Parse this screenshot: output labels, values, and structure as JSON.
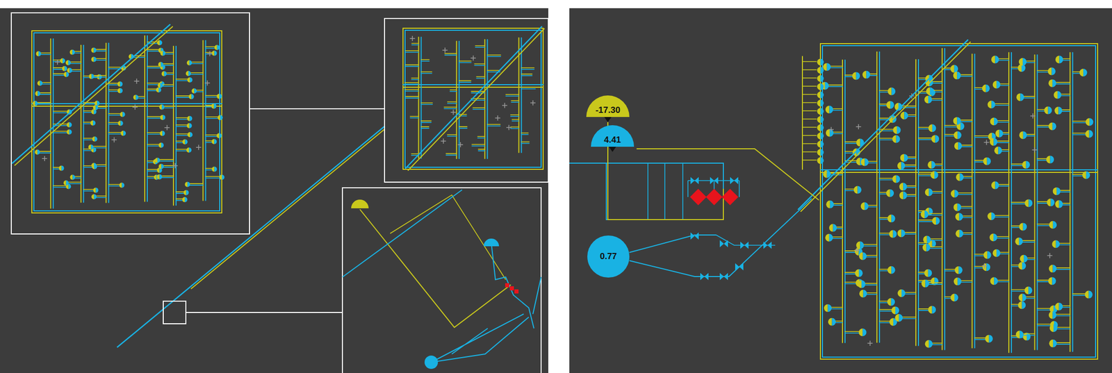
{
  "diagram": {
    "nodes": [
      {
        "text": [
          "-17.30"
        ]
      },
      {
        "text": [
          "4.41"
        ]
      },
      {
        "text": [
          "0.77"
        ]
      }
    ]
  }
}
